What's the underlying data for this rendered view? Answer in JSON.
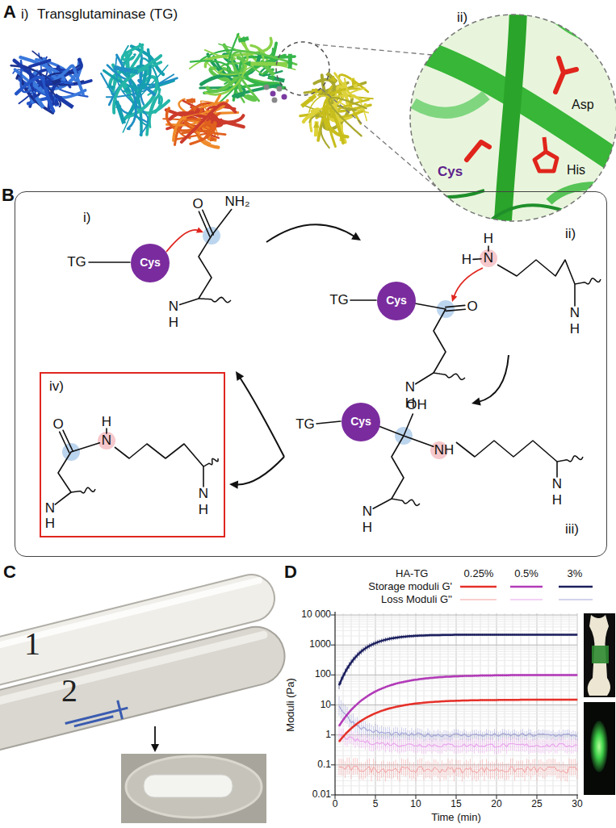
{
  "diagram": {
    "nodes": [
      {
        "text": [
          "B"
        ]
      },
      {
        "text": [
          "Cys"
        ],
        "in": 0
      },
      {
        "text": [
          "Cys"
        ],
        "in": 0
      },
      {
        "text": [
          "Cys"
        ],
        "in": 0
      },
      {
        "text": [
          "iv)"
        ],
        "in": 0
      }
    ],
    "labels": [
      "A",
      "i)",
      "Transglutaminase (TG)",
      "ii)",
      "Cys",
      "Asp",
      "His",
      "i)",
      "TG",
      "O",
      "NH₂",
      "N",
      "H",
      "ii)",
      "TG",
      "H",
      "H",
      "N",
      "O",
      "N",
      "H",
      "N",
      "H",
      "TG",
      "OH",
      "NH",
      "N",
      "H",
      "iii)",
      "N",
      "H",
      "O",
      "H",
      "N",
      "N",
      "H",
      "N",
      "H",
      "C",
      "1",
      "2",
      "D",
      "HA-TG",
      "0.25%",
      "0.5%",
      "3%",
      "Storage moduli G'",
      "Loss Moduli G''",
      "10 000",
      "1000",
      "100",
      "10",
      "1",
      "0.1",
      "0.01",
      "0",
      "5",
      "10",
      "15",
      "20",
      "25",
      "30",
      "Time (min)",
      "Moduli (Pa)"
    ]
  }
}
